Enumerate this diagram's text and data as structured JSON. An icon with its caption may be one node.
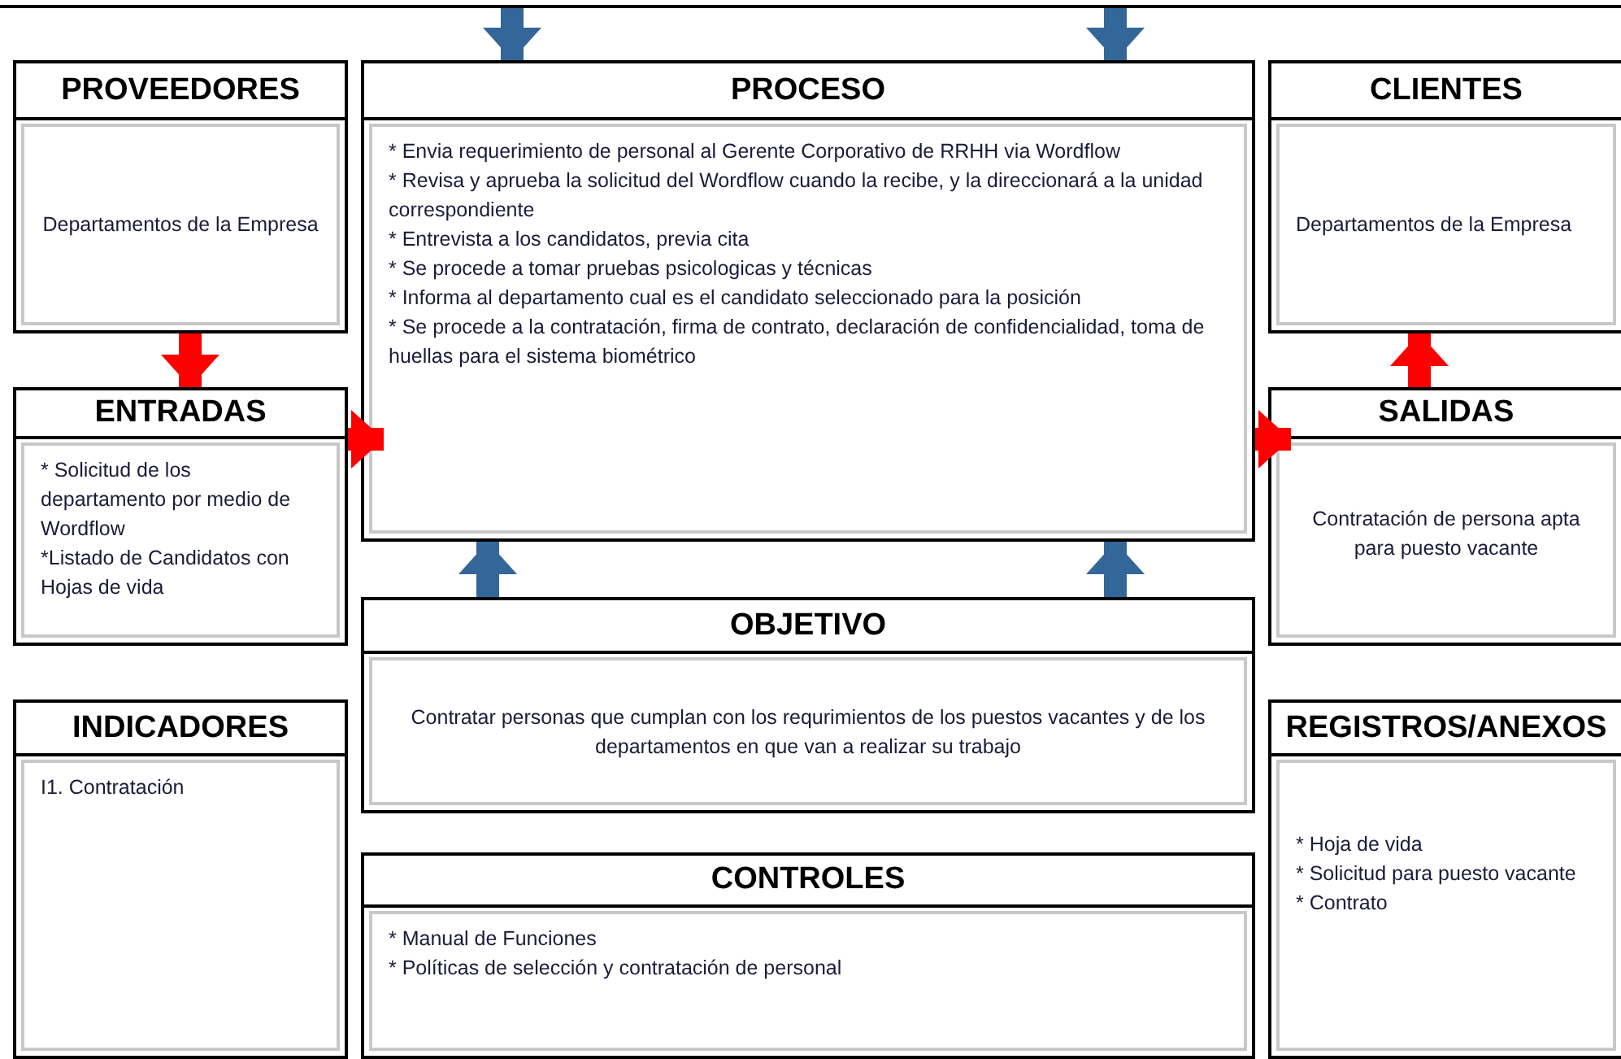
{
  "diagram": {
    "nodes": [
      {
        "text": [],
        "shape": "bar"
      },
      {
        "text": [
          "PROVEEDORES",
          "Departamentos de la Empresa"
        ]
      },
      {
        "text": [
          "PROCESO",
          "* Envia requerimiento de personal al Gerente Corporativo de RRHH via Wordflow",
          "* Revisa y aprueba la solicitud del Wordflow cuando la recibe, y la direccionará a la unidad correspondiente",
          "* Entrevista a los candidatos, previa cita",
          "* Se procede a tomar pruebas psicologicas y técnicas",
          "* Informa al departamento cual es el candidato seleccionado para la posición",
          "* Se procede a la contratación,  firma de contrato, declaración de confidencialidad, toma de huellas para el sistema biométrico"
        ]
      },
      {
        "text": [
          "CLIENTES",
          "Departamentos de la Empresa"
        ]
      },
      {
        "text": [
          "ENTRADAS",
          "* Solicitud de los departamento por medio de Wordflow",
          "*Listado de Candidatos con Hojas de vida"
        ]
      },
      {
        "text": [
          "SALIDAS",
          "Contratación de  persona apta para  puesto vacante"
        ]
      },
      {
        "text": [
          "OBJETIVO",
          "Contratar personas que cumplan con los requrimientos de los puestos vacantes y de los departamentos  en que van a realizar su trabajo"
        ]
      },
      {
        "text": [
          "INDICADORES",
          "I1. Contratación"
        ]
      },
      {
        "text": [
          "REGISTROS/ANEXOS",
          "* Hoja de vida",
          "* Solicitud para puesto vacante",
          "* Contrato"
        ]
      },
      {
        "text": [
          "CONTROLES",
          "* Manual de Funciones",
          "* Políticas de selección y contratación de personal"
        ]
      }
    ],
    "edges": [
      {
        "from": 0,
        "to": 2,
        "arrow": "to",
        "color": "#336699"
      },
      {
        "from": 0,
        "to": 2,
        "arrow": "to",
        "color": "#336699"
      },
      {
        "from": 1,
        "to": 4,
        "arrow": "to",
        "color": "#ff0000"
      },
      {
        "from": 4,
        "to": 2,
        "arrow": "to",
        "color": "#ff0000"
      },
      {
        "from": 2,
        "to": 5,
        "arrow": "to",
        "color": "#ff0000"
      },
      {
        "from": 5,
        "to": 3,
        "arrow": "to",
        "color": "#ff0000"
      },
      {
        "from": 6,
        "to": 2,
        "arrow": "to",
        "color": "#336699"
      },
      {
        "from": 6,
        "to": 2,
        "arrow": "to",
        "color": "#336699"
      }
    ]
  }
}
